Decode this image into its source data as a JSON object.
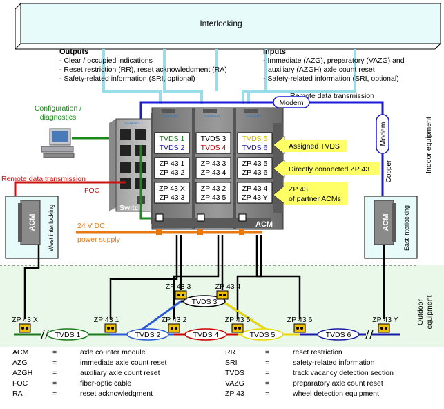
{
  "title": "Interlocking",
  "outputs": {
    "heading": "Outputs",
    "items": [
      "- Clear / occupied indications",
      "- Reset restriction (RR), reset acknowledgment (RA)",
      "- Safety-related information (SRI, optional)"
    ]
  },
  "inputs": {
    "heading": "Inputs",
    "items": [
      "- Immediate (AZG), preparatory (VAZG) and",
      "  auxiliary (AZGH) axle count reset",
      "- Safety-related information (SRI, optional)"
    ]
  },
  "labels": {
    "remote_top": "Remote data transmission",
    "modem": "Modem",
    "modem_vertical": "Modem",
    "copper": "Copper",
    "config": [
      "Configuration /",
      "diagnostics"
    ],
    "remote_left": "Remote data transmission",
    "foc": "FOC",
    "switch": "Switch",
    "power": [
      "24 V DC",
      "power supply"
    ],
    "acm_box": "ACM",
    "acm_left": "ACM",
    "acm_right": "ACM",
    "west": "West interlocking",
    "east": "East interlocking",
    "indoor": "Indoor equipment",
    "outdoor": [
      "Outdoor",
      "equipment"
    ],
    "brand": "SIEMENS"
  },
  "modules": [
    {
      "tvds": [
        "TVDS 1",
        "TVDS 2"
      ],
      "tvds_colors": [
        "#1a7a1a",
        "#1a1aa8"
      ],
      "direct": [
        "ZP 43 1",
        "ZP 43 2"
      ],
      "partner": [
        "ZP 43 X",
        "ZP 43 3"
      ]
    },
    {
      "tvds": [
        "TVDS 3",
        "TVDS 4"
      ],
      "tvds_colors": [
        "#000000",
        "#cc0000"
      ],
      "direct": [
        "ZP 43 3",
        "ZP 43 4"
      ],
      "partner": [
        "ZP 43 2",
        "ZP 43 5"
      ]
    },
    {
      "tvds": [
        "TVDS 5",
        "TVDS 6"
      ],
      "tvds_colors": [
        "#d8b800",
        "#1a1aa8"
      ],
      "direct": [
        "ZP 43 5",
        "ZP 43 6"
      ],
      "partner": [
        "ZP 43 4",
        "ZP 43 Y"
      ]
    }
  ],
  "callouts": {
    "assigned": "Assigned TVDS",
    "direct": "Directly connected ZP 43",
    "partner": [
      "ZP 43",
      "of partner ACMs"
    ]
  },
  "track": {
    "zp": [
      "ZP 43 X",
      "ZP 43 1",
      "ZP 43 2",
      "ZP 43 3",
      "ZP 43 4",
      "ZP 43 5",
      "ZP 43 6",
      "ZP 43 Y"
    ],
    "sections": [
      "TVDS 1",
      "TVDS 2",
      "TVDS 3",
      "TVDS 4",
      "TVDS 5",
      "TVDS 6"
    ],
    "section_colors": [
      "#1a7a1a",
      "#2a5ad8",
      "#000000",
      "#cc0000",
      "#e8d800",
      "#1a1aa8"
    ]
  },
  "legend_left": [
    {
      "abbr": "ACM",
      "eq": "=",
      "desc": "axle counter module"
    },
    {
      "abbr": "AZG",
      "eq": "=",
      "desc": "immediate axle count reset"
    },
    {
      "abbr": "AZGH",
      "eq": "=",
      "desc": "auxiliary axle count reset"
    },
    {
      "abbr": "FOC",
      "eq": "=",
      "desc": "fiber-optic cable"
    },
    {
      "abbr": "RA",
      "eq": "=",
      "desc": "reset acknowledgment"
    }
  ],
  "legend_right": [
    {
      "abbr": "RR",
      "eq": "=",
      "desc": "reset restriction"
    },
    {
      "abbr": "SRI",
      "eq": "=",
      "desc": "safety-related information"
    },
    {
      "abbr": "TVDS",
      "eq": "=",
      "desc": "track vacancy detection section"
    },
    {
      "abbr": "VAZG",
      "eq": "=",
      "desc": "preparatory axle count reset"
    },
    {
      "abbr": "ZP 43",
      "eq": "=",
      "desc": "wheel detection equipment"
    }
  ],
  "colors": {
    "interlocking_fill": "#e8fbfb",
    "outdoor_fill": "#eaf8ea",
    "callout_fill": "#ffff66",
    "ethernet_green": "#1a8a1a",
    "remote_red": "#cc1111",
    "power_orange": "#e87810",
    "modem_blue": "#1a1ad8",
    "cable_cyan": "#99dde8"
  }
}
